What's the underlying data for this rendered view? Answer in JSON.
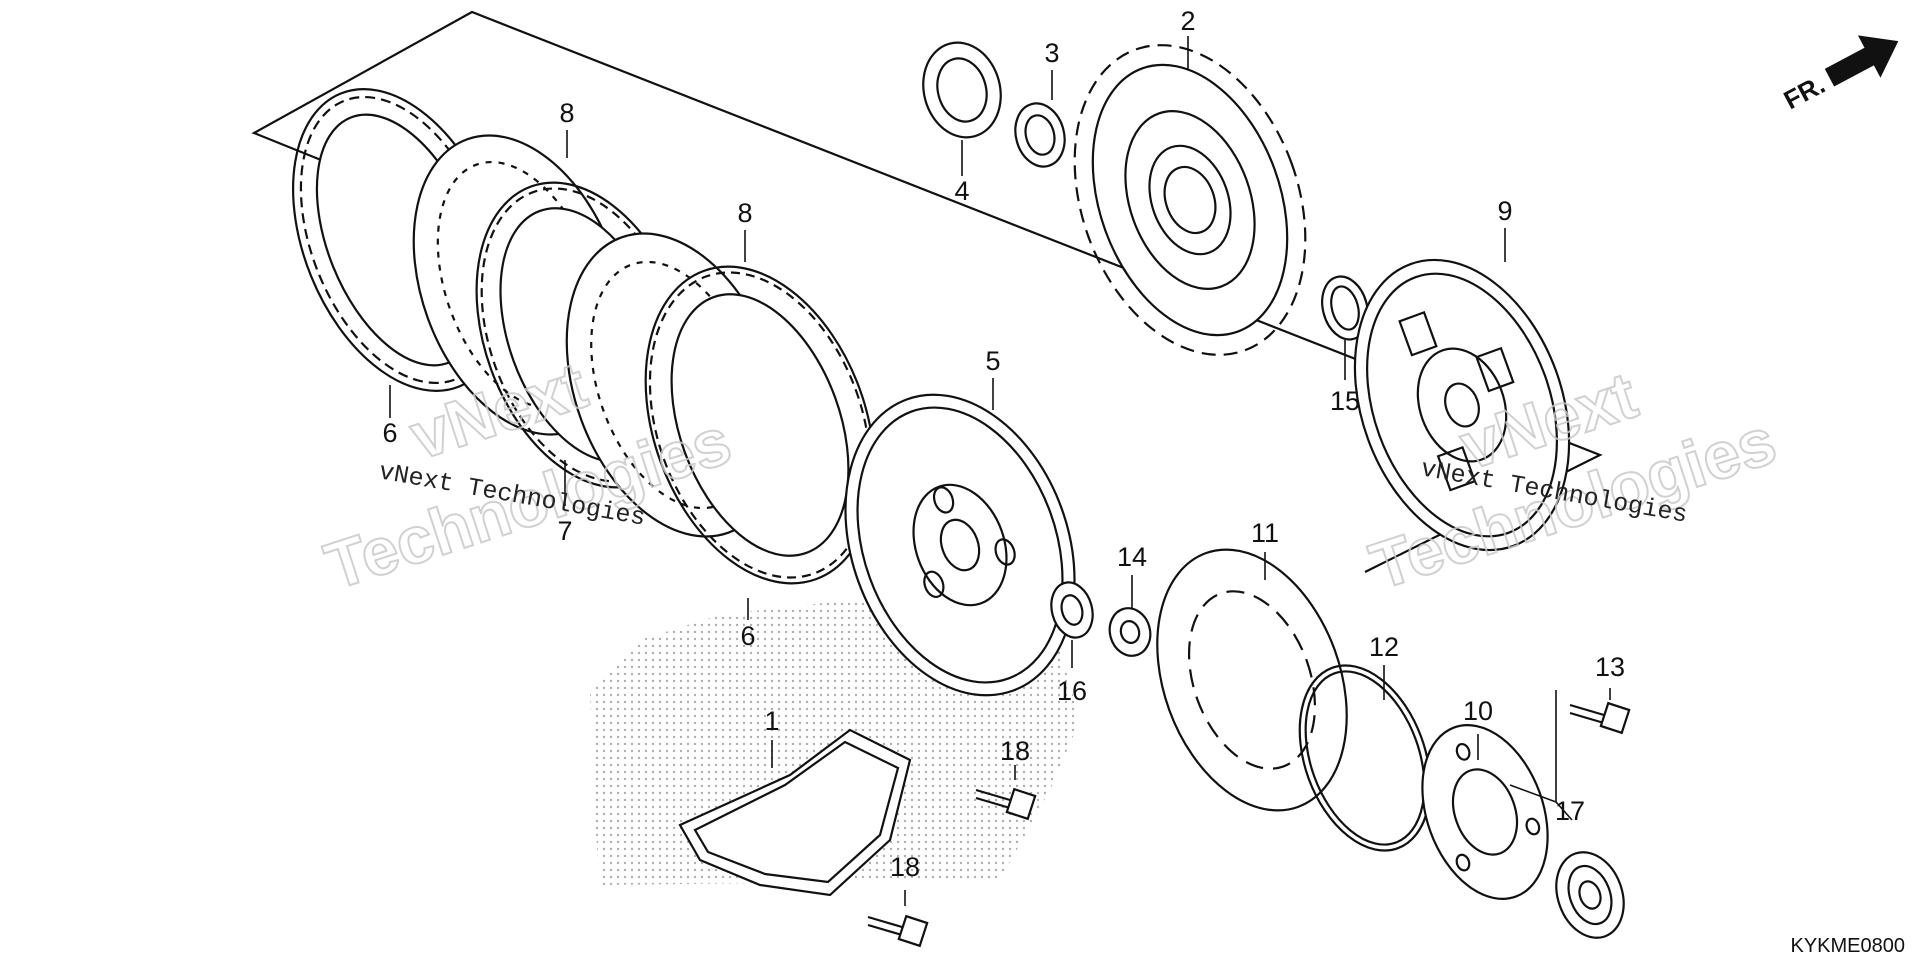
{
  "diagram": {
    "code": "KYKME0800",
    "direction_label": "FR.",
    "watermarks": {
      "big_left_1": "vNext",
      "big_left_2": "Technologies",
      "small_left": "vNext Technologies",
      "big_right_1": "vNext",
      "big_right_2": "Technologies",
      "small_right": "vNext Technologies"
    },
    "callouts": [
      {
        "id": "c1",
        "label": "1"
      },
      {
        "id": "c2",
        "label": "2"
      },
      {
        "id": "c3",
        "label": "3"
      },
      {
        "id": "c4",
        "label": "4"
      },
      {
        "id": "c5",
        "label": "5"
      },
      {
        "id": "c6a",
        "label": "6"
      },
      {
        "id": "c6b",
        "label": "6"
      },
      {
        "id": "c7",
        "label": "7"
      },
      {
        "id": "c8a",
        "label": "8"
      },
      {
        "id": "c8b",
        "label": "8"
      },
      {
        "id": "c9",
        "label": "9"
      },
      {
        "id": "c10",
        "label": "10"
      },
      {
        "id": "c11",
        "label": "11"
      },
      {
        "id": "c12",
        "label": "12"
      },
      {
        "id": "c13",
        "label": "13"
      },
      {
        "id": "c14",
        "label": "14"
      },
      {
        "id": "c15",
        "label": "15"
      },
      {
        "id": "c16",
        "label": "16"
      },
      {
        "id": "c17",
        "label": "17"
      },
      {
        "id": "c18a",
        "label": "18"
      },
      {
        "id": "c18b",
        "label": "18"
      }
    ]
  }
}
